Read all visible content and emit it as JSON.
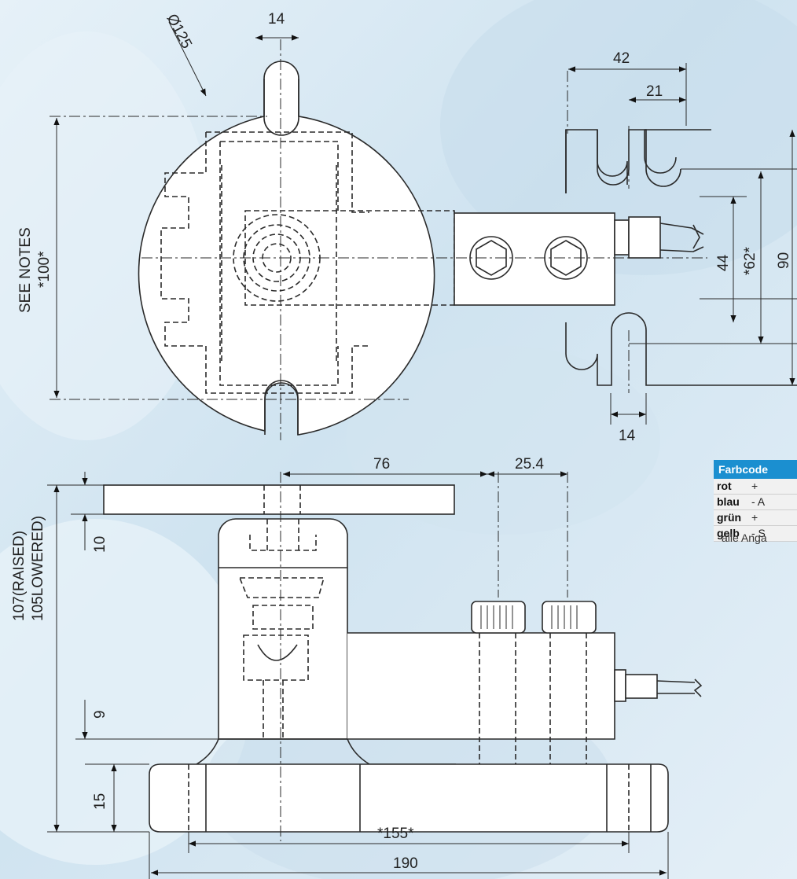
{
  "top_view": {
    "dims": {
      "d_14_slot": "14",
      "d_dia": "Ø125",
      "d_42": "42",
      "d_21": "21",
      "d_see_notes": "SEE NOTES",
      "d_100": "*100*",
      "d_44": "44",
      "d_62": "*62*",
      "d_90": "90",
      "d_14_bottom": "14"
    }
  },
  "side_view": {
    "dims": {
      "d_76": "76",
      "d_25_4": "25.4",
      "d_10": "10",
      "d_107_raised": "107(RAISED)",
      "d_105_lowered": "105LOWERED)",
      "d_9": "9",
      "d_15": "15",
      "d_155": "*155*",
      "d_190": "190"
    }
  },
  "legend": {
    "title": "Farbcode",
    "rows": [
      {
        "color": "rot",
        "value": "+"
      },
      {
        "color": "blau",
        "value": "- A"
      },
      {
        "color": "grün",
        "value": "+"
      },
      {
        "color": "gelb",
        "value": "- S"
      }
    ]
  },
  "note": "alle Anga",
  "colors": {
    "legend_header": "#1b8fd0",
    "background": "#dcebf5",
    "line": "#2a2a2a"
  }
}
